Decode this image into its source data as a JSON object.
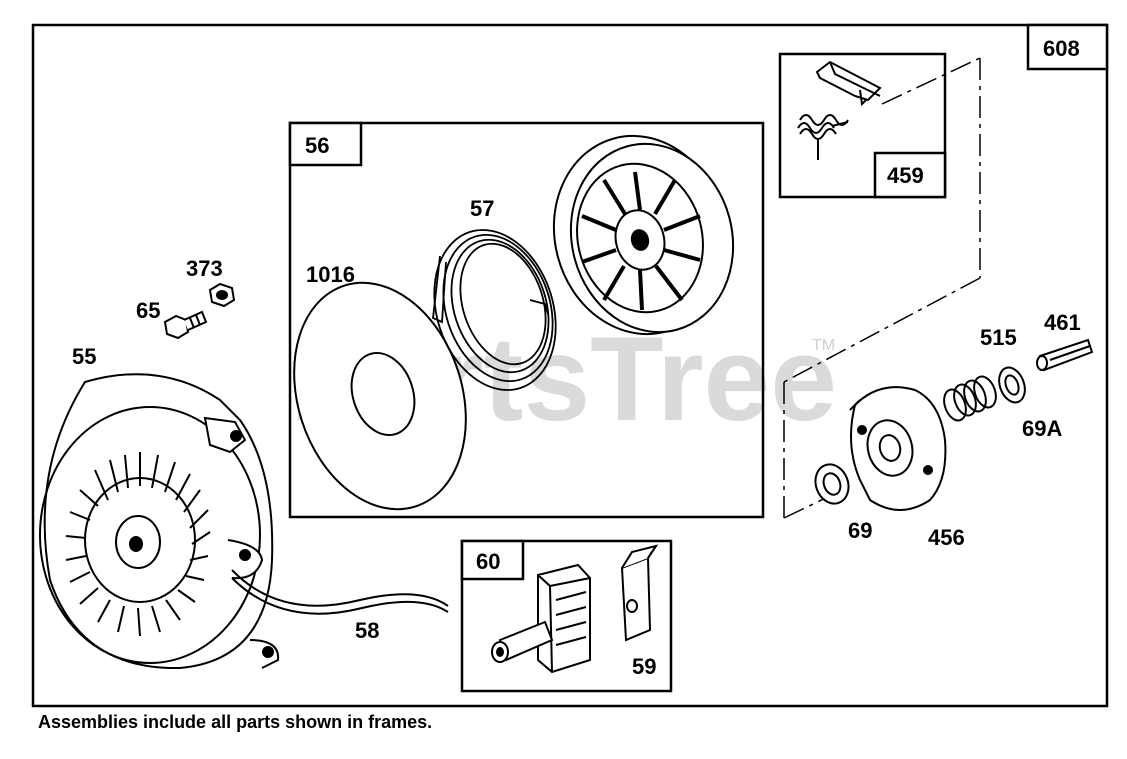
{
  "diagram": {
    "frames": {
      "outer": "608",
      "spring_clip": "459",
      "pulley": "56",
      "handle": "60"
    },
    "parts": {
      "housing": "55",
      "bolt": "65",
      "nut": "373",
      "washer_plate": "1016",
      "rewind_spring": "57",
      "rope": "58",
      "insert": "59",
      "washer_small": "69",
      "ratchet": "456",
      "spring_small": "515",
      "pin": "461",
      "retainer": "69A"
    },
    "watermark": "PartsTree",
    "trademark": "TM",
    "footer_note": "Assemblies include all parts shown in frames."
  }
}
